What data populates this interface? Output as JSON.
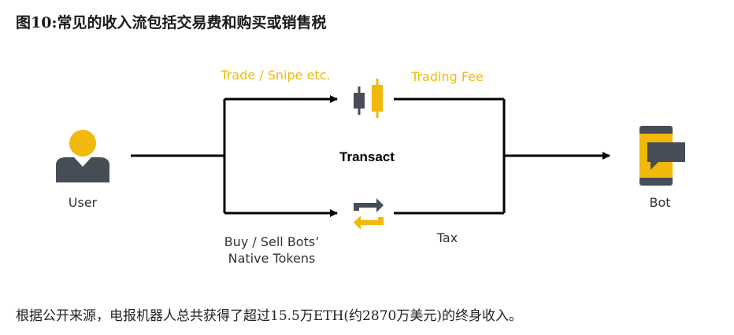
{
  "figure": {
    "title": "图10:常见的收入流包括交易费和购买或销售税"
  },
  "diagram": {
    "nodes": {
      "user": {
        "label": "User",
        "icon": "user-icon"
      },
      "bot": {
        "label": "Bot",
        "icon": "bot-chat-icon"
      },
      "transact": {
        "label": "Transact"
      }
    },
    "edges": {
      "top_left_label": "Trade / Snipe etc.",
      "top_right_label": "Trading Fee",
      "bottom_left_label_line1": "Buy / Sell Bots’",
      "bottom_left_label_line2": "Native Tokens",
      "bottom_right_label": "Tax"
    },
    "icons": {
      "trade": "candlestick-icon",
      "swap": "swap-arrows-icon"
    }
  },
  "caption": {
    "text": "根据公开来源，电报机器人总共获得了超过15.5万ETH(约2870万美元)的终身收入。"
  },
  "colors": {
    "accent_yellow": "#F0B90B",
    "label_yellow": "#F0B90B",
    "dark_gray": "#474D57",
    "line_black": "#000000",
    "text_gray": "#333333"
  }
}
